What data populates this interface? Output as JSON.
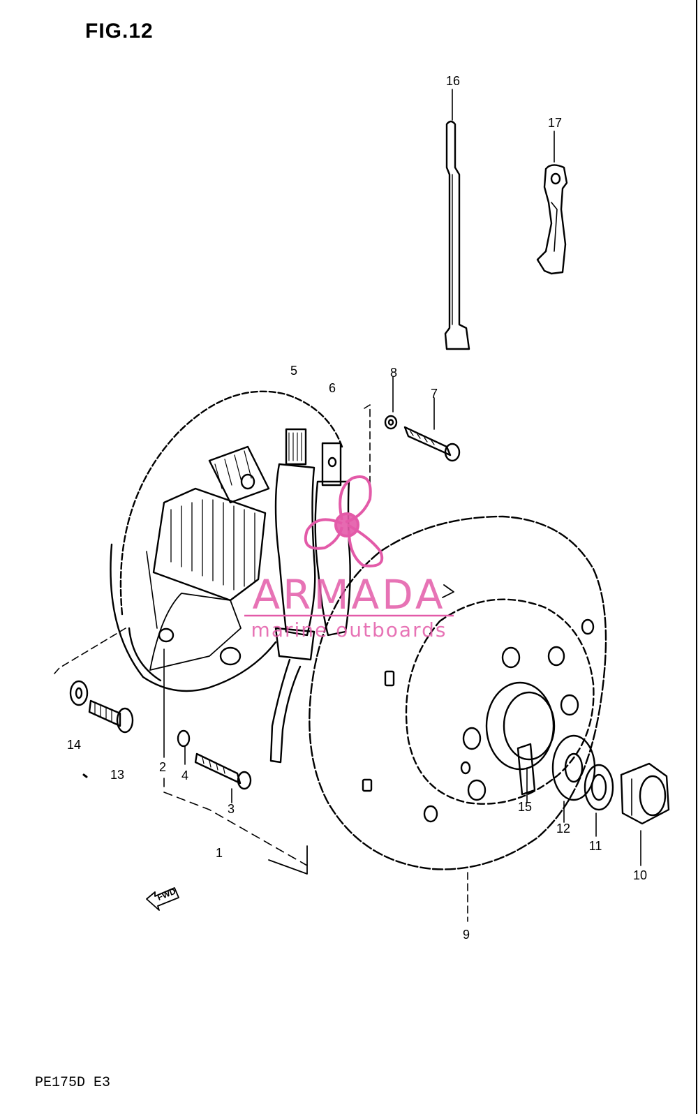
{
  "figure_title": "FIG.12",
  "model_code": "PE175D E3",
  "watermark": {
    "brand": "ARMADA",
    "tagline": "marine outboards",
    "color": "#e35aa8"
  },
  "callouts": [
    "1",
    "2",
    "3",
    "4",
    "5",
    "6",
    "7",
    "8",
    "9",
    "10",
    "11",
    "12",
    "13",
    "14",
    "15",
    "16",
    "17"
  ],
  "fwd_label": "FWD",
  "colors": {
    "ink": "#000000",
    "paper": "#ffffff"
  }
}
